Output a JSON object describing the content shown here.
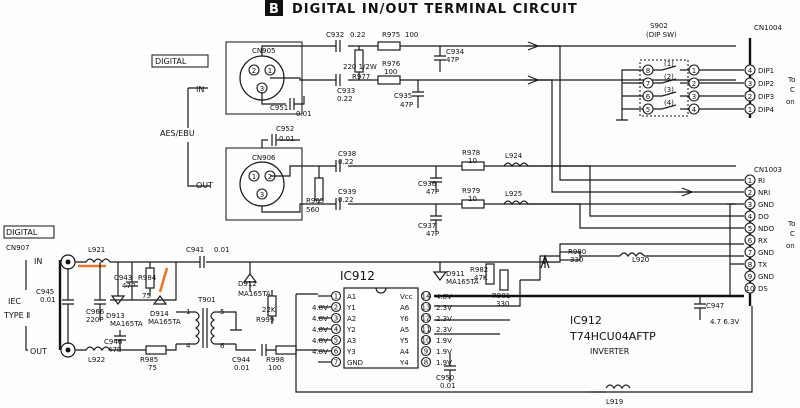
{
  "section_letter": "B",
  "title": "DIGITAL IN/OUT TERMINAL CIRCUIT",
  "digital_label_top": "DIGITAL",
  "digital_label_bottom": "DIGITAL",
  "aes_ebu_label": "AES/EBU",
  "in_label": "IN",
  "out_label": "OUT",
  "iec_in_label": "IN",
  "iec_out_label": "OUT",
  "iec_type_line1": "IEC",
  "iec_type_line2": "TYPE Ⅱ",
  "connectors": {
    "cn905": "CN905",
    "cn906": "CN906",
    "cn907": "CN907",
    "cn1004": "CN1004",
    "cn1003": "CN1003"
  },
  "components": {
    "c932": "C932",
    "c932v": "0.22",
    "r975": "R975",
    "r975v": "100",
    "c934": "C934",
    "c934v": "47P",
    "r977": "R977",
    "r977v": "220 1/2W",
    "c951": "C951",
    "c951v": "0.01",
    "c933": "C933",
    "c933v": "0.22",
    "r976": "R976",
    "r976v": "100",
    "c935": "C935",
    "c935v": "47P",
    "c952": "C952",
    "c952v": "0.01",
    "c938": "C938",
    "c938v": "0.22",
    "r965": "R965",
    "r965v": "560",
    "c936": "C936",
    "c936v": "47P",
    "c939": "C939",
    "c939v": "0.22",
    "r978": "R978",
    "r978v": "10",
    "l924": "L924",
    "r979": "R979",
    "r979v": "10",
    "l925": "L925",
    "c937": "C937",
    "c937v": "47P",
    "l921": "L921",
    "c945": "C945",
    "c945v": "0.01",
    "c966": "C966",
    "c966v": "220P",
    "c943": "C943",
    "c943v": "47P",
    "r984": "R984",
    "r984v": "75",
    "c941": "C941",
    "c941v": "0.01",
    "d912": "D912",
    "d912v": "MA165TA",
    "d913": "D913",
    "d913v": "MA165TA",
    "d914": "D914",
    "d914v": "MA165TA",
    "c946": "C946",
    "c946v": "47P",
    "t901": "T901",
    "r999": "R999",
    "r999v": "22K",
    "l922": "L922",
    "r985": "R985",
    "r985v": "75",
    "c944": "C944",
    "c944v": "0.01",
    "r998": "R998",
    "r998v": "100",
    "d911": "D911",
    "d911v": "MA165TA",
    "r982": "R982",
    "r982v": "47K",
    "r981": "R981",
    "r981v": "330",
    "c950": "C950",
    "c950v": "0.01",
    "r980": "R980",
    "r980v": "330",
    "l920": "L920",
    "l919": "L919",
    "c947": "C947",
    "c947v": "4.7 6.3V"
  },
  "dip_switch": {
    "name": "S902",
    "sub": "(DIP SW)",
    "positions": [
      "(1)",
      "(2)",
      "(3)",
      "(4)"
    ],
    "left_pins": [
      "8",
      "7",
      "6",
      "5"
    ],
    "right_pins": [
      "1",
      "2",
      "3",
      "4"
    ]
  },
  "cn1004_pins": [
    {
      "num": "4",
      "name": "DIP1"
    },
    {
      "num": "3",
      "name": "DIP2"
    },
    {
      "num": "2",
      "name": "DIP3"
    },
    {
      "num": "1",
      "name": "DIP4"
    }
  ],
  "cn1003_pins": [
    {
      "num": "1",
      "name": "RI"
    },
    {
      "num": "2",
      "name": "NRI"
    },
    {
      "num": "3",
      "name": "GND"
    },
    {
      "num": "4",
      "name": "DO"
    },
    {
      "num": "5",
      "name": "NDO"
    },
    {
      "num": "6",
      "name": "RX"
    },
    {
      "num": "7",
      "name": "GND"
    },
    {
      "num": "8",
      "name": "TX"
    },
    {
      "num": "9",
      "name": "GND"
    },
    {
      "num": "10",
      "name": "DS"
    }
  ],
  "edge_text": {
    "right_top_a": "To",
    "right_top_b": "C",
    "right_top_c": "on",
    "right_mid_a": "To",
    "right_mid_b": "C",
    "right_mid_c": "on"
  },
  "ic": {
    "name": "IC912",
    "left_pins": [
      {
        "num": "1",
        "name": "A1",
        "v": ""
      },
      {
        "num": "2",
        "name": "Y1",
        "v": "4.8V"
      },
      {
        "num": "3",
        "name": "A2",
        "v": "4.8V"
      },
      {
        "num": "4",
        "name": "Y2",
        "v": "4.8V"
      },
      {
        "num": "5",
        "name": "A3",
        "v": "4.8V"
      },
      {
        "num": "6",
        "name": "Y3",
        "v": "4.8V"
      },
      {
        "num": "7",
        "name": "GND",
        "v": ""
      }
    ],
    "right_pins": [
      {
        "num": "14",
        "name": "Vcc",
        "v": "4.8V"
      },
      {
        "num": "13",
        "name": "A6",
        "v": "2.3V"
      },
      {
        "num": "12",
        "name": "Y6",
        "v": "2.3V"
      },
      {
        "num": "11",
        "name": "A5",
        "v": "2.3V"
      },
      {
        "num": "10",
        "name": "Y5",
        "v": "1.9V"
      },
      {
        "num": "9",
        "name": "A4",
        "v": "1.9V"
      },
      {
        "num": "8",
        "name": "Y4",
        "v": "1.9V"
      }
    ],
    "desc_line1": "IC912",
    "desc_line2": "T74HCU04AFTP",
    "desc_line3": "INVERTER"
  },
  "colors": {
    "ink": "#1a1a1a",
    "highlight": "#e8772e",
    "paper": "#fdfdfb"
  }
}
